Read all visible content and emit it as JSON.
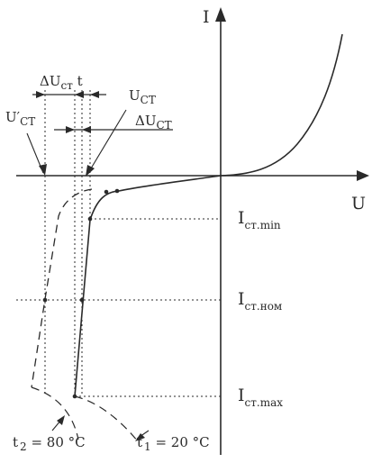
{
  "axes": {
    "current_label": "I",
    "voltage_label": "U"
  },
  "current_labels": {
    "min": {
      "main": "I",
      "sub": "ст.min"
    },
    "nom": {
      "main": "I",
      "sub": "ст.ном"
    },
    "max": {
      "main": "I",
      "sub": "ст.max"
    }
  },
  "voltage_labels": {
    "delta_u_t": {
      "main": "ΔU",
      "sub": "ст",
      "suffix": " t"
    },
    "u_ct": {
      "main": "U",
      "sub": "СТ"
    },
    "u_prime_ct": {
      "main": "U′",
      "sub": "СТ"
    },
    "delta_u_ct": {
      "main": "ΔU",
      "sub": "CT"
    }
  },
  "temperatures": {
    "t2": {
      "main": "t",
      "sub": "2",
      "value": "= 80 °C"
    },
    "t1": {
      "main": "t",
      "sub": "1",
      "value": "= 20 °C"
    }
  },
  "colors": {
    "ink": "#2a2a2a",
    "background": "#ffffff"
  }
}
